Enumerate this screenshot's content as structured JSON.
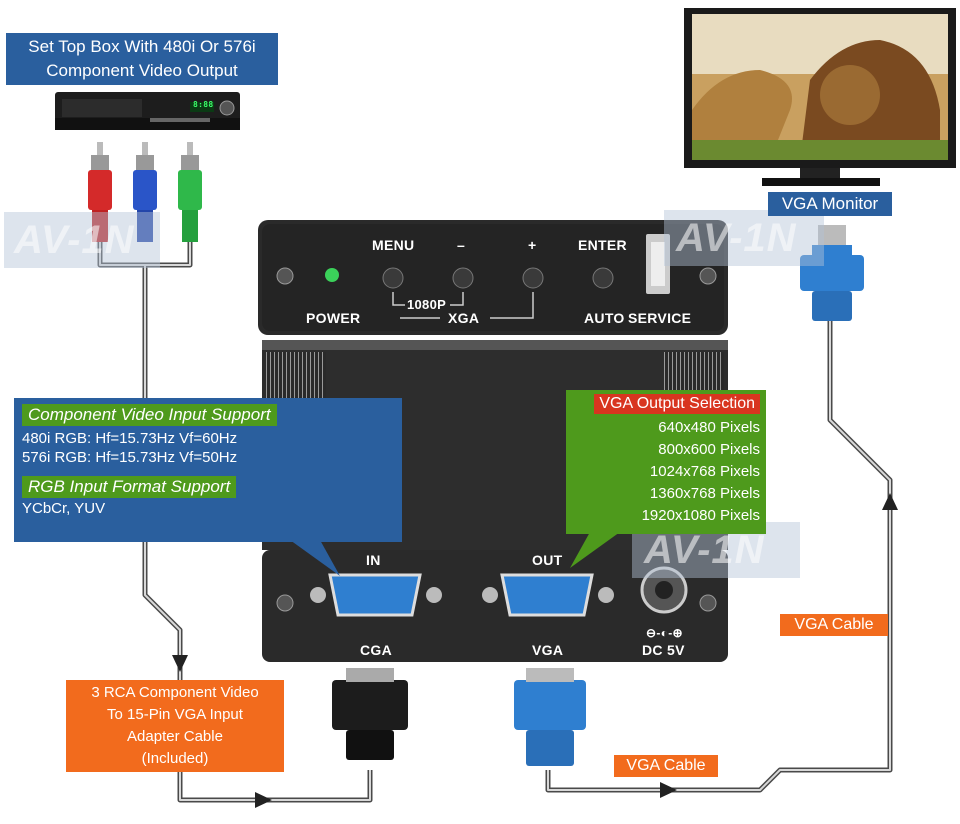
{
  "source_device": {
    "label_line1": "Set Top Box With 480i Or 576i",
    "label_line2": "Component Video Output",
    "display": "8:88"
  },
  "monitor": {
    "label": "VGA Monitor"
  },
  "watermark": "AV-1N",
  "front_panel": {
    "power": "POWER",
    "menu": "MENU",
    "minus": "–",
    "plus": "+",
    "enter": "ENTER",
    "p1080": "1080P",
    "xga": "XGA",
    "auto": "AUTO",
    "service": "SERVICE"
  },
  "back_panel": {
    "in": "IN",
    "out": "OUT",
    "cga": "CGA",
    "vga": "VGA",
    "dc": "DC 5V"
  },
  "input_support": {
    "title1": "Component Video Input Support",
    "line1": "480i RGB: Hf=15.73Hz Vf=60Hz",
    "line2": "576i RGB: Hf=15.73Hz Vf=50Hz",
    "title2": "RGB Input Format Support",
    "line3": "YCbCr, YUV"
  },
  "output_selection": {
    "title": "VGA Output Selection",
    "items": [
      "640x480 Pixels",
      "800x600 Pixels",
      "1024x768 Pixels",
      "1360x768 Pixels",
      "1920x1080 Pixels"
    ]
  },
  "adapter_cable": {
    "line1": "3 RCA Component Video",
    "line2": "To 15-Pin VGA Input",
    "line3": "Adapter Cable",
    "line4": "(Included)"
  },
  "cables": {
    "vga_cable_right": "VGA Cable",
    "vga_cable_bottom": "VGA Cable"
  },
  "colors": {
    "label_blue": "#2a5f9e",
    "label_orange": "#f26b1d",
    "label_green": "#4e9a1c",
    "label_red": "#d8351f",
    "connector_blue": "#2f7fd0",
    "rca_red": "#d42a2a",
    "rca_blue": "#2a55c8",
    "rca_green": "#2fb84a"
  }
}
